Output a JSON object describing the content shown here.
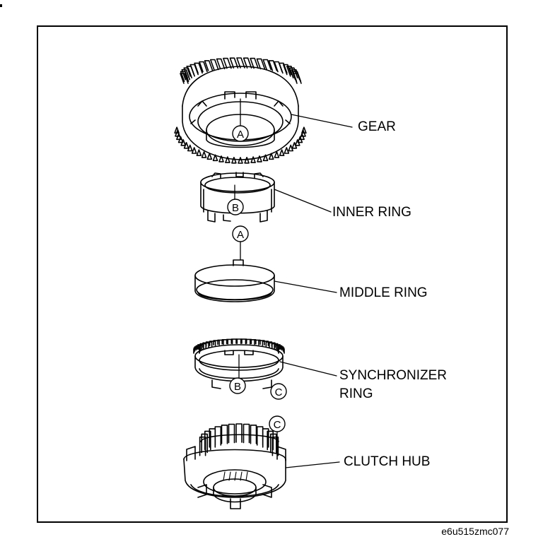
{
  "parts": {
    "gear": "GEAR",
    "inner_ring": "INNER RING",
    "middle_ring": "MIDDLE RING",
    "synchronizer_ring_line1": "SYNCHRONIZER",
    "synchronizer_ring_line2": "RING",
    "clutch_hub": "CLUTCH HUB"
  },
  "markers": {
    "a": "A",
    "b": "B",
    "c": "C"
  },
  "figure_code": "e6u515zmc077"
}
